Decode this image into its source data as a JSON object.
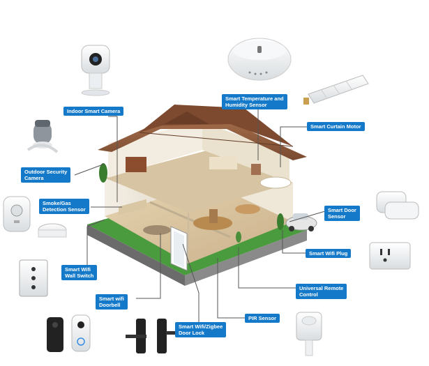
{
  "labels": {
    "indoor_camera": "Indoor Smart Camera",
    "temp_sensor_line1": "Smart Temperature and",
    "temp_sensor_line2": "Humidity Sensor",
    "curtain_motor": "Smart  Curtain Motor",
    "outdoor_camera_line1": "Outdoor Security",
    "outdoor_camera_line2": "Camera",
    "smoke_sensor_line1": "Smoke/Gas",
    "smoke_sensor_line2": "Detection Sensor",
    "door_sensor_line1": "Smart Door",
    "door_sensor_line2": "Sensor",
    "wifi_plug": "Smart Wifi Plug",
    "wall_switch_line1": "Smart Wifi",
    "wall_switch_line2": "Wall Switch",
    "remote_line1": "Universal Remote",
    "remote_line2": "Control",
    "doorbell_line1": "Smart wifi",
    "doorbell_line2": "Doorbell",
    "pir_sensor": "PIR Sensor",
    "door_lock_line1": "Smart Wifi/Zigbee",
    "door_lock_line2": "Door Lock"
  },
  "colors": {
    "label_bg": "#1479c9",
    "label_text": "#ffffff",
    "roof": "#8b5a3c",
    "lawn": "#3f8f3a",
    "connector": "#555555"
  },
  "icons": [
    "camera-icon",
    "sensor-icon",
    "curtain-motor-icon",
    "outdoor-camera-icon",
    "smoke-detector-icon",
    "door-sensor-icon",
    "plug-icon",
    "wall-switch-icon",
    "doorbell-icon",
    "door-lock-icon",
    "pir-sensor-icon",
    "house-icon"
  ]
}
